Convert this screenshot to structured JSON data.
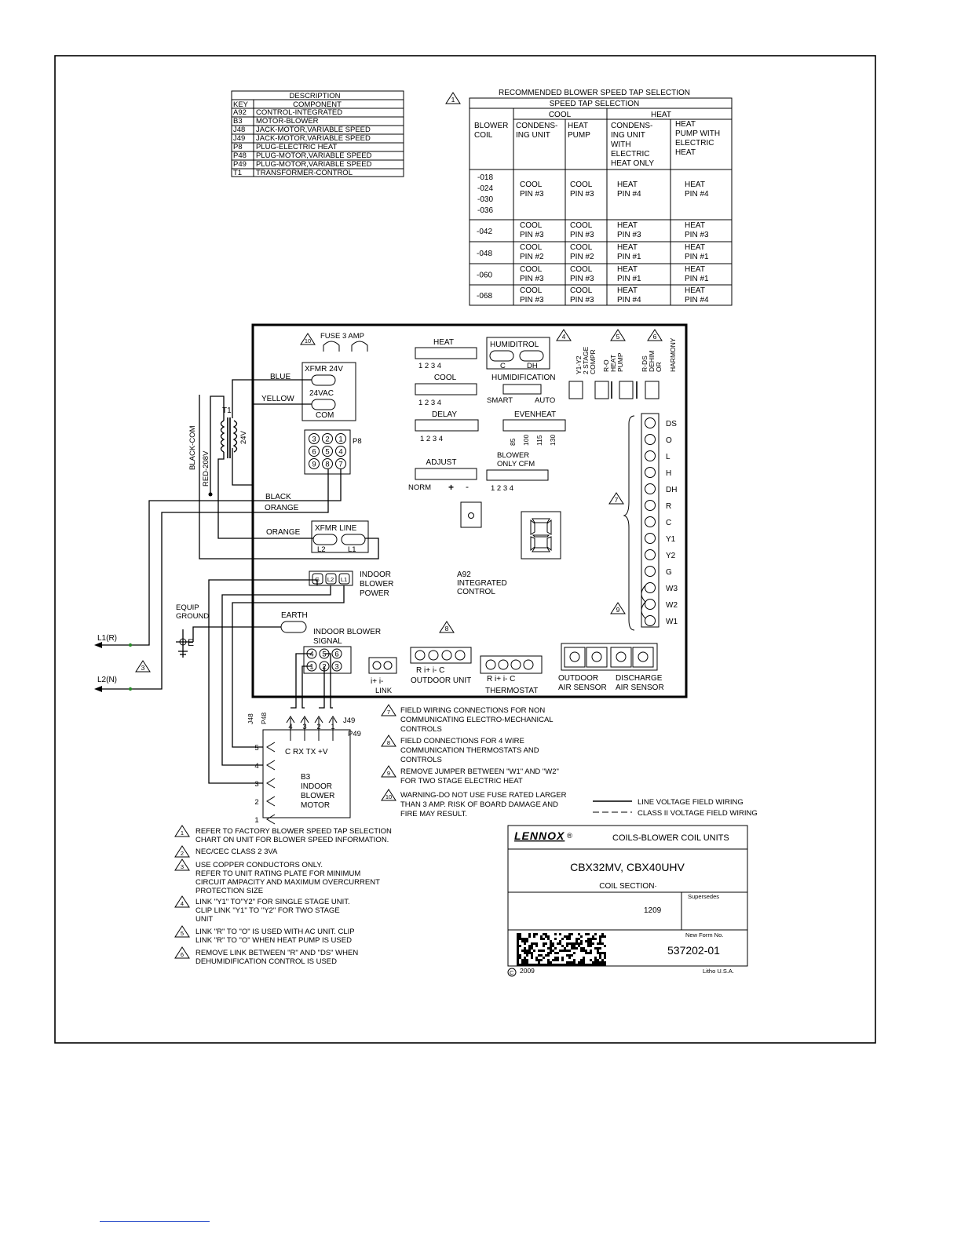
{
  "component_table": {
    "title": "DESCRIPTION",
    "headers": [
      "KEY",
      "COMPONENT"
    ],
    "rows": [
      [
        "A92",
        "CONTROL-INTEGRATED"
      ],
      [
        "B3",
        "MOTOR-BLOWER"
      ],
      [
        "J48",
        "JACK-MOTOR,VARIABLE SPEED"
      ],
      [
        "J49",
        "JACK-MOTOR,VARIABLE SPEED"
      ],
      [
        "P8",
        "PLUG-ELECTRIC HEAT"
      ],
      [
        "P48",
        "PLUG-MOTOR,VARIABLE SPEED"
      ],
      [
        "P49",
        "PLUG-MOTOR,VARIABLE SPEED"
      ],
      [
        "T1",
        "TRANSFORMER-CONTROL"
      ]
    ]
  },
  "speed_table": {
    "marker": "1",
    "title": "RECOMMENDED BLOWER SPEED TAP SELECTION",
    "subtitle": "SPEED TAP SELECTION",
    "group_cool": "COOL",
    "group_heat": "HEAT",
    "col_headers": [
      [
        "BLOWER",
        "COIL"
      ],
      [
        "CONDENS-",
        "ING UNIT"
      ],
      [
        "HEAT",
        "PUMP"
      ],
      [
        "CONDENS-",
        "ING UNIT",
        "WITH",
        "ELECTRIC",
        "HEAT ONLY"
      ],
      [
        "HEAT",
        "PUMP WITH",
        "ELECTRIC",
        "HEAT"
      ]
    ],
    "rows": [
      {
        "coil": [
          "-018",
          "-024",
          "-030",
          "-036"
        ],
        "c1": [
          "COOL",
          "PIN #3"
        ],
        "c2": [
          "COOL",
          "PIN #3"
        ],
        "c3": [
          "HEAT",
          "PIN #4"
        ],
        "c4": [
          "HEAT",
          "PIN #4"
        ]
      },
      {
        "coil": [
          "-042"
        ],
        "c1": [
          "COOL",
          "PIN #3"
        ],
        "c2": [
          "COOL",
          "PIN #3"
        ],
        "c3": [
          "HEAT",
          "PIN #3"
        ],
        "c4": [
          "HEAT",
          "PIN #3"
        ]
      },
      {
        "coil": [
          "-048"
        ],
        "c1": [
          "COOL",
          "PIN #2"
        ],
        "c2": [
          "COOL",
          "PIN #2"
        ],
        "c3": [
          "HEAT",
          "PIN #1"
        ],
        "c4": [
          "HEAT",
          "PIN #1"
        ]
      },
      {
        "coil": [
          "-060"
        ],
        "c1": [
          "COOL",
          "PIN #3"
        ],
        "c2": [
          "COOL",
          "PIN #3"
        ],
        "c3": [
          "HEAT",
          "PIN #1"
        ],
        "c4": [
          "HEAT",
          "PIN #1"
        ]
      },
      {
        "coil": [
          "-068"
        ],
        "c1": [
          "COOL",
          "PIN #3"
        ],
        "c2": [
          "COOL",
          "PIN #3"
        ],
        "c3": [
          "HEAT",
          "PIN #4"
        ],
        "c4": [
          "HEAT",
          "PIN #4"
        ]
      }
    ]
  },
  "board": {
    "fuse": {
      "marker": "10",
      "label": "FUSE 3 AMP"
    },
    "heat_label": "HEAT",
    "cool_label": "COOL",
    "delay_label": "DELAY",
    "adjust_label": "ADJUST",
    "pins_1234": "1 2 3 4",
    "norm_label": "NORM",
    "plus": "+",
    "minus": "-",
    "humiditrol": {
      "label": "HUMIDITROL",
      "c": "C",
      "dh": "DH"
    },
    "humidification": {
      "label": "HUMIDIFICATION",
      "smart": "SMART",
      "auto": "AUTO"
    },
    "evenheat": {
      "label": "EVENHEAT",
      "values": [
        "85",
        "100",
        "115",
        "130"
      ]
    },
    "blower_only_cfm": [
      "BLOWER",
      "ONLY CFM"
    ],
    "links": [
      {
        "marker": "4",
        "lines": [
          "Y1-Y2",
          "2 STAGE",
          "COMPR"
        ]
      },
      {
        "marker": "5",
        "lines": [
          "R-O",
          "HEAT",
          "PUMP"
        ]
      },
      {
        "marker": "6",
        "lines": [
          "R-DS",
          "DEHIM",
          "OR",
          "HARMONY"
        ]
      }
    ],
    "xfmr24": {
      "label": "XFMR 24V",
      "vac": "24VAC",
      "com": "COM"
    },
    "p8": {
      "label": "P8",
      "pins": [
        "3",
        "2",
        "1",
        "6",
        "5",
        "4",
        "9",
        "8",
        "7"
      ]
    },
    "xfmr_line": {
      "label": "XFMR LINE",
      "l2": "L2",
      "l1": "L1"
    },
    "indoor_power": {
      "label": [
        "INDOOR",
        "BLOWER",
        "POWER"
      ],
      "pins": [
        "G",
        "L2",
        "L1"
      ]
    },
    "a92": [
      "A92",
      "INTEGRATED",
      "CONTROL"
    ],
    "earth": "EARTH",
    "indoor_signal": {
      "label": [
        "INDOOR BLOWER",
        "SIGNAL"
      ],
      "pins": [
        "4",
        "5",
        "6",
        "1",
        "2",
        "3"
      ]
    },
    "link": {
      "pins": "i+  i-",
      "label": "LINK"
    },
    "outdoor_unit": {
      "pins": "R  i+  i-  C",
      "label": "OUTDOOR UNIT"
    },
    "thermostat": {
      "pins": "R  i+  i-  C",
      "label": "THERMOSTAT"
    },
    "comm_marker": "8",
    "terminals": [
      "DS",
      "O",
      "L",
      "H",
      "DH",
      "R",
      "C",
      "Y1",
      "Y2",
      "G",
      "W3",
      "W2",
      "W1"
    ],
    "terminal_marker_7": "7",
    "terminal_marker_9": "9",
    "sensors": {
      "outdoor": [
        "OUTDOOR",
        "AIR SENSOR"
      ],
      "discharge": [
        "DISCHARGE",
        "AIR SENSOR"
      ]
    }
  },
  "wiring": {
    "blue": "BLUE",
    "yellow": "YELLOW",
    "black": "BLACK",
    "orange1": "ORANGE",
    "orange2": "ORANGE",
    "black_com": "BLACK-COM",
    "red_208": "RED-208V",
    "t1": "T1",
    "v24": "24V",
    "equip_ground": [
      "EQUIP",
      "GROUND"
    ],
    "l1": "L1(R)",
    "l2": "L2(N)",
    "marker3": "3"
  },
  "motor": {
    "j48": "J48",
    "p48": "P48",
    "j49": "J49",
    "p49": "P49",
    "top_pins": [
      "4",
      "3",
      "2",
      "1"
    ],
    "signal_labels": "C   RX   TX  +V",
    "side_pins": [
      "5",
      "4",
      "3",
      "2",
      "1"
    ],
    "label": [
      "B3",
      "INDOOR",
      "BLOWER",
      "MOTOR"
    ]
  },
  "notes_right": [
    {
      "marker": "7",
      "lines": [
        "FIELD WIRING CONNECTIONS FOR NON",
        "COMMUNICATING ELECTRO-MECHANICAL",
        "CONTROLS"
      ]
    },
    {
      "marker": "8",
      "lines": [
        "FIELD CONNECTIONS FOR 4 WIRE",
        "COMMUNICATION THERMOSTATS AND",
        "CONTROLS"
      ]
    },
    {
      "marker": "9",
      "lines": [
        "REMOVE JUMPER BETWEEN \"W1\" AND \"W2\"",
        "FOR TWO STAGE ELECTRIC HEAT"
      ]
    },
    {
      "marker": "10",
      "lines": [
        "WARNING-DO NOT USE FUSE RATED LARGER",
        "THAN 3 AMP. RISK OF BOARD DAMAGE AND",
        "FIRE MAY RESULT."
      ]
    }
  ],
  "legend": {
    "line_voltage": "LINE VOLTAGE FIELD WIRING",
    "class2": "CLASS II VOLTAGE FIELD WIRING"
  },
  "notes_left": [
    {
      "marker": "1",
      "lines": [
        "REFER TO FACTORY BLOWER SPEED TAP SELECTION",
        "CHART ON UNIT FOR BLOWER SPEED INFORMATION."
      ]
    },
    {
      "marker": "2",
      "lines": [
        "NEC/CEC CLASS 2 3VA"
      ]
    },
    {
      "marker": "3",
      "lines": [
        "USE COPPER CONDUCTORS ONLY.",
        "REFER TO UNIT RATING PLATE FOR MINIMUM",
        "CIRCUIT AMPACITY AND MAXIMUM OVERCURRENT",
        "PROTECTION SIZE"
      ]
    },
    {
      "marker": "4",
      "lines": [
        "LINK \"Y1\" TO\"Y2\" FOR SINGLE STAGE UNIT.",
        "CLIP LINK \"Y1\" TO \"Y2\" FOR TWO STAGE",
        "UNIT"
      ]
    },
    {
      "marker": "5",
      "lines": [
        "LINK \"R\" TO \"O\" IS USED WITH AC UNIT. CLIP",
        "LINK \"R\" TO \"O\" WHEN HEAT PUMP IS USED"
      ]
    },
    {
      "marker": "6",
      "lines": [
        "REMOVE LINK BETWEEN \"R\" AND \"DS\" WHEN",
        "DEHUMIDIFICATION CONTROL IS USED"
      ]
    }
  ],
  "title_block": {
    "brand": "LENNOX",
    "reg": "®",
    "category": "COILS-BLOWER COIL UNITS",
    "models": "CBX32MV, CBX40UHV",
    "section": "COIL SECTION·",
    "supersedes_label": "Supersedes",
    "date": "1209",
    "new_form_label": "New Form No.",
    "form_no": "537202-01",
    "copyright": "2009",
    "litho": "Litho U.S.A."
  }
}
